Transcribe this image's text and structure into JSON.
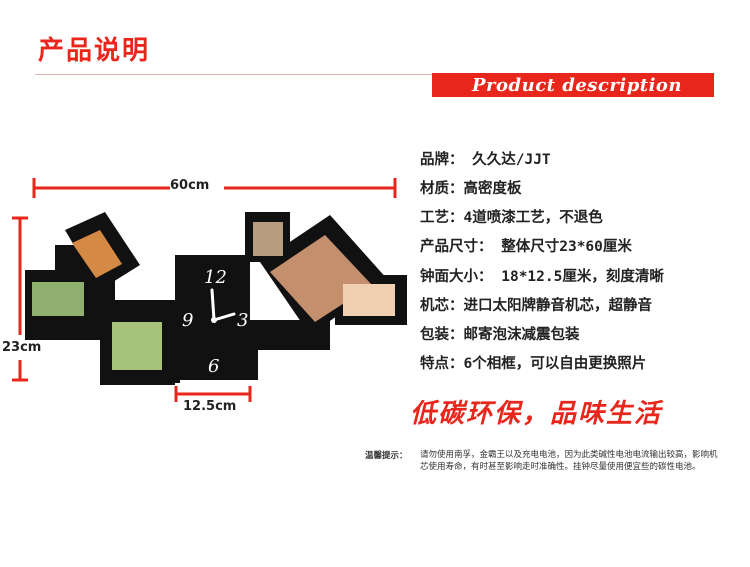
{
  "header": {
    "title": "产品说明",
    "subtitle": "Product description"
  },
  "dimensions": {
    "width": "60cm",
    "height": "23cm",
    "clock": "12.5cm"
  },
  "clock_numerals": {
    "twelve": "12",
    "three": "3",
    "six": "6",
    "nine": "9"
  },
  "specs": [
    {
      "label": "品牌：",
      "value": "  久久达/JJT"
    },
    {
      "label": "材质：",
      "value": "高密度板"
    },
    {
      "label": "工艺：",
      "value": "4道喷漆工艺，不退色"
    },
    {
      "label": "产品尺寸：",
      "value": " 整体尺寸23*60厘米"
    },
    {
      "label": "钟面大小：",
      "value": "  18*12.5厘米，刻度清晰"
    },
    {
      "label": "机芯：",
      "value": "进口太阳牌静音机芯，超静音"
    },
    {
      "label": "包装：",
      "value": "邮寄泡沫减震包装"
    },
    {
      "label": "特点：",
      "value": "6个相框，可以自由更换照片"
    }
  ],
  "slogan": "低碳环保，品味生活",
  "note": {
    "label": "温馨提示：",
    "text": "请勿使用南孚，金霸王以及充电电池，因为此类碱性电池电流输出较高，影响机芯使用寿命，有时甚至影响走时准确性。挂钟尽量使用便宜些的碳性电池。"
  },
  "colors": {
    "accent": "#e8261c",
    "frame": "#111111"
  }
}
